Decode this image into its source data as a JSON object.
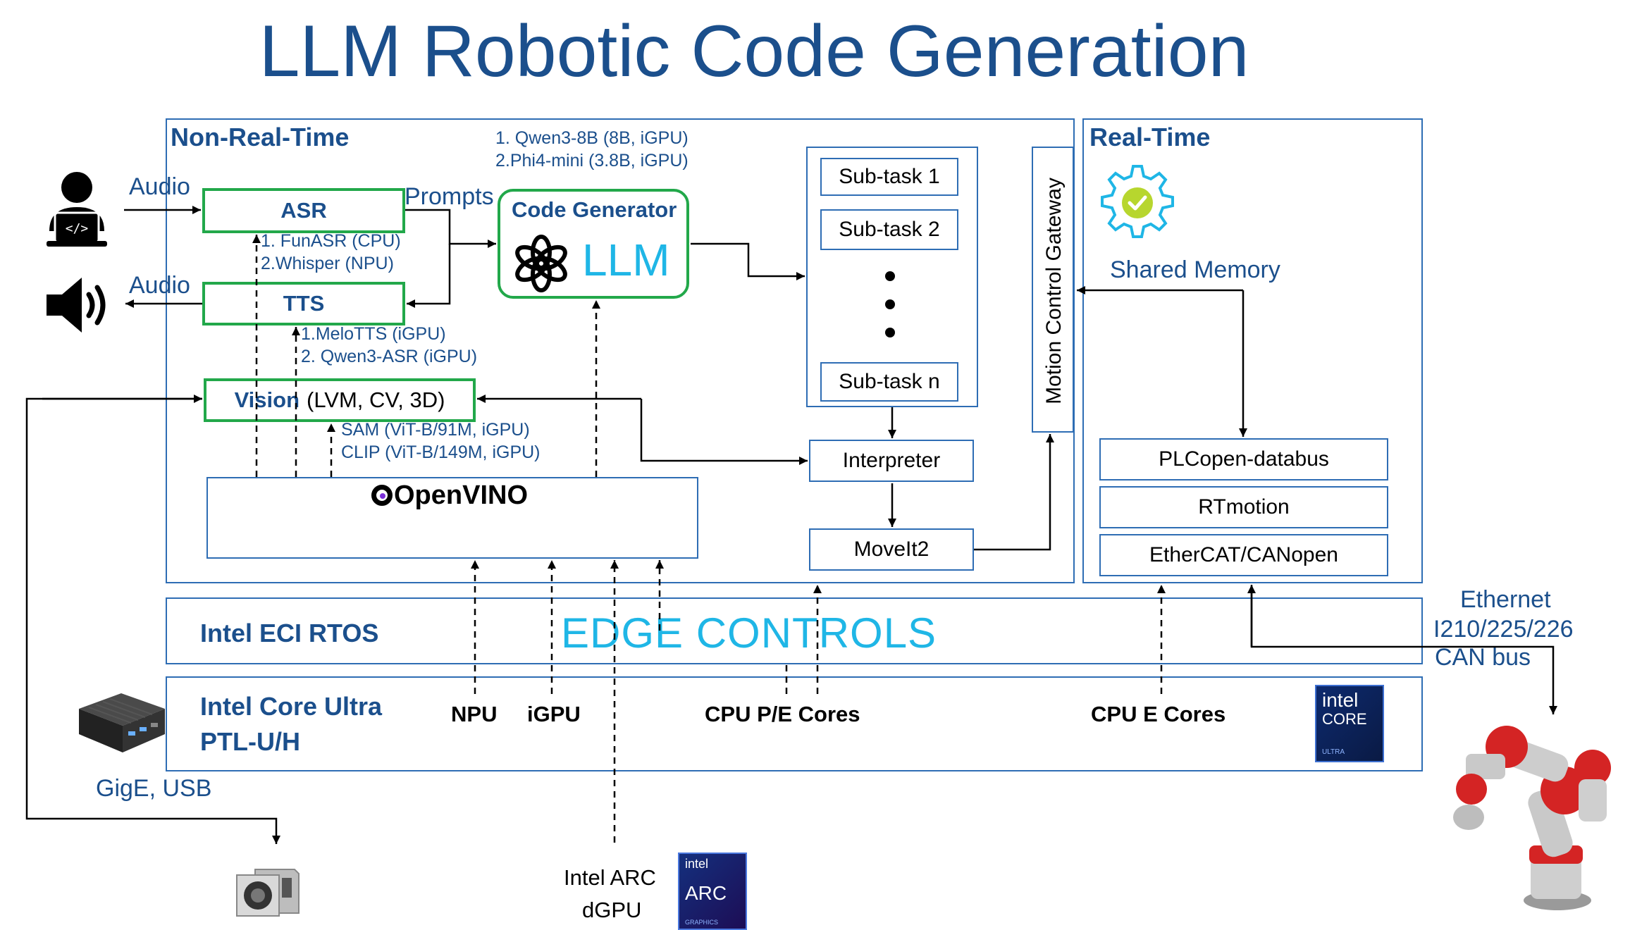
{
  "title": "LLM Robotic Code Generation",
  "panels": {
    "non_real_time": "Non-Real-Time",
    "real_time": "Real-Time"
  },
  "user_inputs": {
    "audio_in": "Audio",
    "audio_out": "Audio",
    "prompts": "Prompts"
  },
  "asr": {
    "label": "ASR",
    "note1": "1. FunASR (CPU)",
    "note2": "2.Whisper (NPU)"
  },
  "tts": {
    "label": "TTS",
    "note1": "1.MeloTTS (iGPU)",
    "note2": "2. Qwen3-ASR (iGPU)"
  },
  "vision": {
    "label": "Vision",
    "suffix": "(LVM, CV, 3D)",
    "note1": "SAM (ViT-B/91M, iGPU)",
    "note2": "CLIP (ViT-B/149M, iGPU)"
  },
  "code_generator": {
    "label": "Code Generator",
    "llm": "LLM",
    "model1": "1. Qwen3-8B (8B, iGPU)",
    "model2": "2.Phi4-mini (3.8B, iGPU)"
  },
  "openvino": "OpenVINO",
  "subtasks": [
    "Sub-task 1",
    "Sub-task 2",
    "Sub-task n"
  ],
  "interpreter": "Interpreter",
  "moveit": "MoveIt2",
  "gateway": "Motion Control Gateway",
  "shared_memory": "Shared Memory",
  "realtime_stack": [
    "PLCopen-databus",
    "RTmotion",
    "EtherCAT/CANopen"
  ],
  "rtos": {
    "label": "Intel ECI RTOS",
    "logo": "EDGE CONTROLS"
  },
  "core": {
    "label_line1": "Intel Core Ultra",
    "label_line2": "PTL-U/H",
    "units": [
      "NPU",
      "iGPU",
      "CPU P/E Cores",
      "CPU E Cores"
    ]
  },
  "io_left": "GigE, USB",
  "ethernet": [
    "Ethernet",
    "I210/225/226",
    "CAN bus"
  ],
  "dgpu": [
    "Intel ARC",
    "dGPU"
  ],
  "badges": {
    "intel_core": {
      "brand": "intel",
      "name": "CORE",
      "tier": "ULTRA"
    },
    "intel_arc": {
      "brand": "intel",
      "name": "ARC",
      "tier": "GRAPHICS"
    }
  },
  "colors": {
    "brand_blue": "#1b4f8c",
    "box_green": "#22a84a",
    "edge_cyan": "#1fb6e6",
    "robot_red": "#d42424"
  }
}
